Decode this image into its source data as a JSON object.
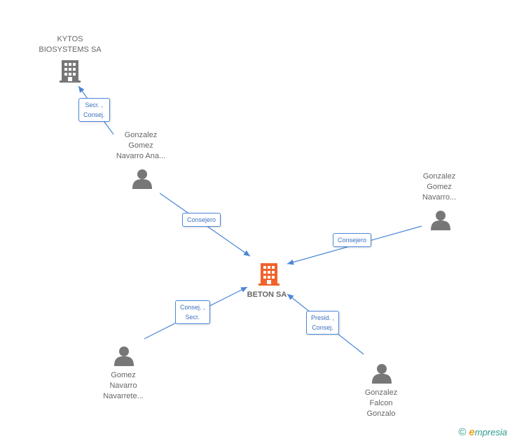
{
  "nodes": {
    "kytos": {
      "label": "KYTOS\nBIOSYSTEMS SA",
      "type": "company"
    },
    "beton": {
      "label": "BETON SA",
      "type": "company-main"
    },
    "gonzalez_ana": {
      "label": "Gonzalez\nGomez\nNavarro Ana...",
      "type": "person"
    },
    "gonzalez_navarro": {
      "label": "Gonzalez\nGomez\nNavarro...",
      "type": "person"
    },
    "gomez_navarrete": {
      "label": "Gomez\nNavarro\nNavarrete...",
      "type": "person"
    },
    "gonzalez_falcon": {
      "label": "Gonzalez\nFalcon\nGonzalo",
      "type": "person"
    }
  },
  "edges": {
    "e1": {
      "label": "Secr. ,\nConsej."
    },
    "e2": {
      "label": "Consejero"
    },
    "e3": {
      "label": "Consejero"
    },
    "e4": {
      "label": "Consej. ,\nSecr."
    },
    "e5": {
      "label": "Presid. ,\nConsej."
    }
  },
  "colors": {
    "edge": "#4a86d8",
    "main_company": "#f0622a",
    "company": "#777777",
    "person": "#777777"
  },
  "footer": {
    "copyright": "©",
    "brand_initial": "e",
    "brand_rest": "mpresia"
  }
}
